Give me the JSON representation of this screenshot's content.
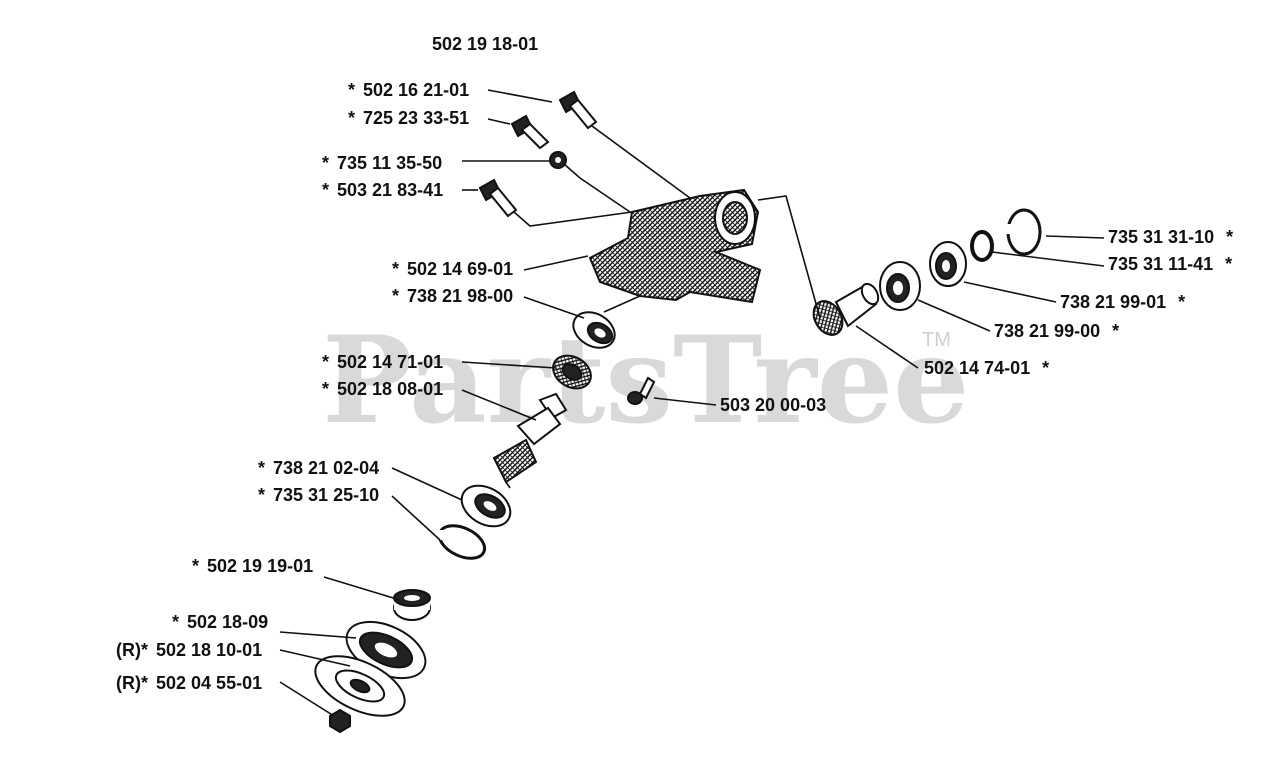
{
  "assembly_number": "502 19 18-01",
  "watermark": "PartsTree",
  "watermark_tm": "TM",
  "parts": [
    {
      "id": "p1",
      "marker": "*",
      "number": "502 16 21-01"
    },
    {
      "id": "p2",
      "marker": "*",
      "number": "725 23 33-51"
    },
    {
      "id": "p3",
      "marker": "*",
      "number": "735 11 35-50"
    },
    {
      "id": "p4",
      "marker": "*",
      "number": "503 21 83-41"
    },
    {
      "id": "p5",
      "marker": "*",
      "number": "502 14 69-01"
    },
    {
      "id": "p6",
      "marker": "*",
      "number": "738 21 98-00"
    },
    {
      "id": "p7",
      "marker": "*",
      "number": "502 14 71-01"
    },
    {
      "id": "p8",
      "marker": "*",
      "number": "502 18 08-01"
    },
    {
      "id": "p9",
      "marker": "",
      "number": "503 20 00-03"
    },
    {
      "id": "p10",
      "marker": "*",
      "number": "738 21 02-04"
    },
    {
      "id": "p11",
      "marker": "*",
      "number": "735 31 25-10"
    },
    {
      "id": "p12",
      "marker": "*",
      "number": "502 19 19-01"
    },
    {
      "id": "p13",
      "marker": "*",
      "number": "502 18-09"
    },
    {
      "id": "p14",
      "marker": "(R)*",
      "number": "502 18 10-01"
    },
    {
      "id": "p15",
      "marker": "(R)*",
      "number": "502 04 55-01"
    },
    {
      "id": "p16",
      "marker": "*",
      "number": "735 31 31-10"
    },
    {
      "id": "p17",
      "marker": "*",
      "number": "735 31 11-41"
    },
    {
      "id": "p18",
      "marker": "*",
      "number": "738 21 99-01"
    },
    {
      "id": "p19",
      "marker": "*",
      "number": "738 21 99-00"
    },
    {
      "id": "p20",
      "marker": "*",
      "number": "502 14 74-01"
    }
  ]
}
